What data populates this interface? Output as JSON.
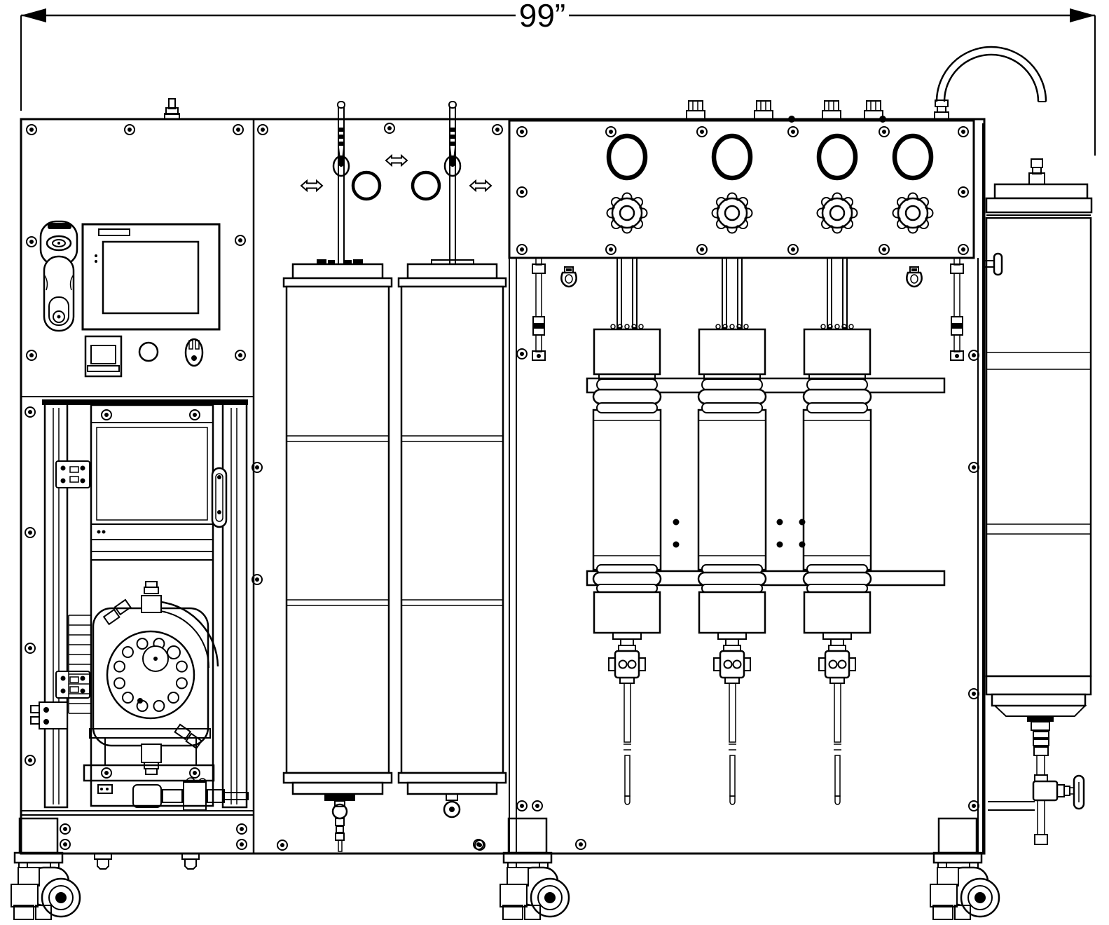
{
  "dimension": {
    "label": "99”"
  },
  "colors": {
    "line": "#000000",
    "background": "#ffffff"
  },
  "components": {
    "control_panel": "control-panel",
    "touchscreen": "hmi-touchscreen",
    "scanner": "barcode-scanner-icon",
    "pump": "peristaltic-pump",
    "valve_panel": "valve-panel",
    "sight_glass_count": 4,
    "star_knob_count": 4,
    "media_tank_count": 2,
    "filter_column_count": 3,
    "caster_count": 3,
    "product_tank": "product-tank",
    "gooseneck": "gooseneck-pipe",
    "drain": "drain-valve"
  }
}
